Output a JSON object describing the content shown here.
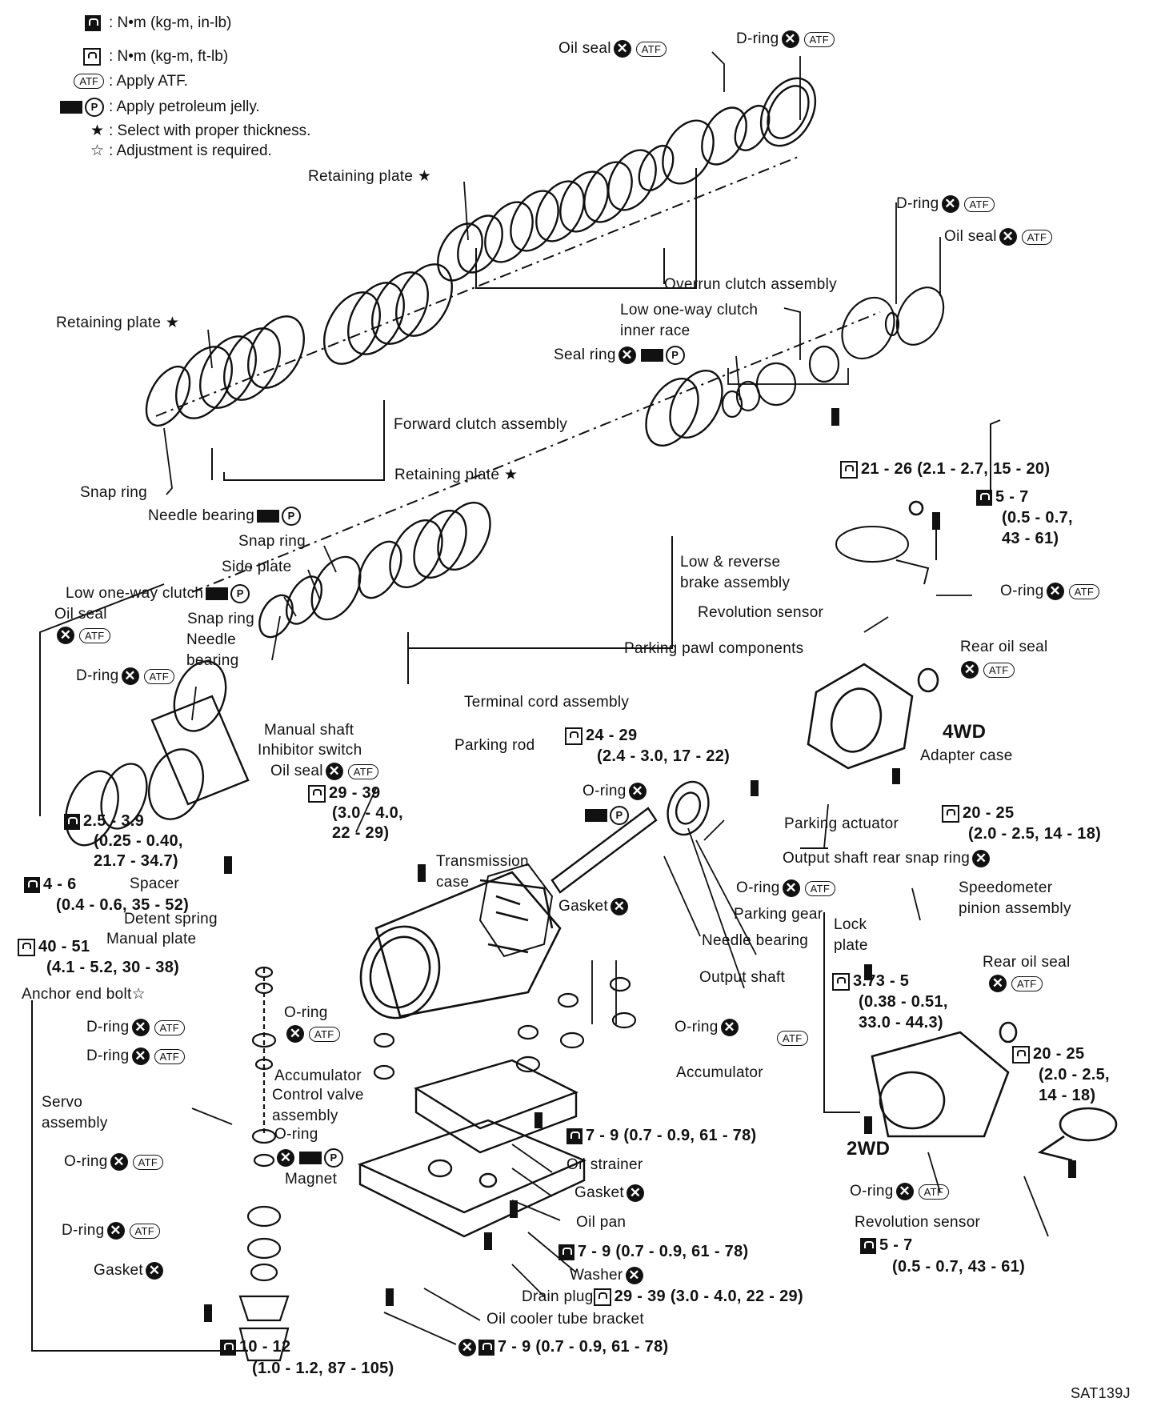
{
  "legend": {
    "nm_inlb": ": N•m (kg-m, in-lb)",
    "nm_ftlb": ": N•m (kg-m, ft-lb)",
    "atf": ": Apply ATF.",
    "jelly": ": Apply petroleum jelly.",
    "select": ": Select with proper thickness.",
    "adjust": ": Adjustment is required.",
    "sym_star": "★",
    "sym_star_open": "☆",
    "sym_atf": "ATF",
    "sym_p": "P"
  },
  "labels": {
    "oil_seal_top": "Oil seal",
    "d_ring_top": "D-ring",
    "retaining_plate_1": "Retaining plate ★",
    "overrun_clutch": "Overrun clutch assembly",
    "d_ring_r": "D-ring",
    "oil_seal_r": "Oil seal",
    "retaining_plate_2": "Retaining plate ★",
    "low_ow_inner_1": "Low one-way clutch",
    "low_ow_inner_2": "inner race",
    "seal_ring": "Seal ring",
    "forward_clutch": "Forward clutch assembly",
    "retaining_plate_3": "Retaining plate ★",
    "torque_21": "21 - 26 (2.1 - 2.7, 15 - 20)",
    "snap_ring_1": "Snap ring",
    "needle_bearing_1": "Needle bearing",
    "torque_5a_1": "5 - 7",
    "torque_5a_2": "(0.5 - 0.7,",
    "torque_5a_3": "43 - 61)",
    "snap_ring_2": "Snap ring",
    "side_plate": "Side plate",
    "low_reverse_1": "Low & reverse",
    "low_reverse_2": "brake assembly",
    "low_ow_clutch": "Low one-way clutch",
    "oil_seal_l": "Oil seal",
    "o_ring_rs": "O-ring",
    "revolution_sensor_1": "Revolution sensor",
    "snap_ring_3": "Snap ring",
    "needle_2": "Needle",
    "bearing_2": "bearing",
    "parking_pawl": "Parking pawl components",
    "rear_oil_seal_1": "Rear oil seal",
    "d_ring_l": "D-ring",
    "terminal_cord": "Terminal cord assembly",
    "fourwd": "4WD",
    "manual_shaft": "Manual shaft",
    "inhibitor": "Inhibitor switch",
    "parking_rod": "Parking rod",
    "torque_24_1": "24 - 29",
    "torque_24_2": "(2.4 - 3.0, 17 - 22)",
    "adapter_case": "Adapter case",
    "oil_seal_m": "Oil seal",
    "torque_29a_1": "29 - 39",
    "torque_29a_2": "(3.0 - 4.0,",
    "torque_29a_3": "22 - 29)",
    "o_ring_m": "O-ring",
    "torque_25_1": "2.5 - 3.9",
    "torque_25_2": "(0.25 - 0.40,",
    "torque_25_3": "21.7 - 34.7)",
    "parking_actuator": "Parking actuator",
    "torque_20a_1": "20 - 25",
    "torque_20a_2": "(2.0 - 2.5, 14 - 18)",
    "spacer": "Spacer",
    "output_snap": "Output shaft rear snap ring",
    "torque_4_1": "4 - 6",
    "torque_4_2": "(0.4 - 0.6, 35 - 52)",
    "transmission_1": "Transmission",
    "transmission_2": "case",
    "o_ring_pg": "O-ring",
    "speedo_1": "Speedometer",
    "speedo_2": "pinion assembly",
    "detent": "Detent spring",
    "gasket_1": "Gasket",
    "parking_gear": "Parking gear",
    "manual_plate": "Manual plate",
    "lock": "Lock",
    "plate": "plate",
    "needle_bearing_3": "Needle bearing",
    "torque_40_1": "40 - 51",
    "torque_40_2": "(4.1 - 5.2, 30 - 38)",
    "rear_oil_seal_2": "Rear oil seal",
    "anchor": "Anchor end bolt☆",
    "output_shaft": "Output shaft",
    "torque_373_1": "3.73 - 5",
    "torque_373_2": "(0.38 - 0.51,",
    "torque_373_3": "33.0 - 44.3)",
    "o_ring_a": "O-ring",
    "d_ring_s1": "D-ring",
    "o_ring_acc": "O-ring",
    "d_ring_s2": "D-ring",
    "accumulator_cv": "Accumulator",
    "control_valve_1": "Control valve",
    "accumulator": "Accumulator",
    "torque_20b_1": "20 - 25",
    "torque_20b_2": "(2.0 - 2.5,",
    "torque_20b_3": "14 - 18)",
    "servo_1": "Servo",
    "servo_2": "assembly",
    "control_valve_2": "assembly",
    "o_ring_cv": "O-ring",
    "torque_7a": "7 - 9 (0.7 - 0.9, 61 - 78)",
    "twowd": "2WD",
    "o_ring_s": "O-ring",
    "magnet": "Magnet",
    "oil_strainer": "Oil strainer",
    "o_ring_rs2": "O-ring",
    "gasket_2": "Gasket",
    "revolution_sensor_2": "Revolution sensor",
    "d_ring_s3": "D-ring",
    "oil_pan": "Oil pan",
    "torque_5b_1": "5 - 7",
    "torque_5b_2": "(0.5 - 0.7, 43 - 61)",
    "torque_7b": "7 - 9 (0.7 - 0.9, 61 - 78)",
    "gasket_3": "Gasket",
    "washer": "Washer",
    "drain_plug": "Drain plug",
    "torque_29b": "29 - 39 (3.0 - 4.0, 22 - 29)",
    "oil_cooler": "Oil cooler tube bracket",
    "torque_10_1": "10 - 12",
    "torque_10_2": "(1.0 - 1.2, 87 - 105)",
    "torque_7c": "7 - 9 (0.7 - 0.9, 61 - 78)",
    "code": "SAT139J"
  }
}
